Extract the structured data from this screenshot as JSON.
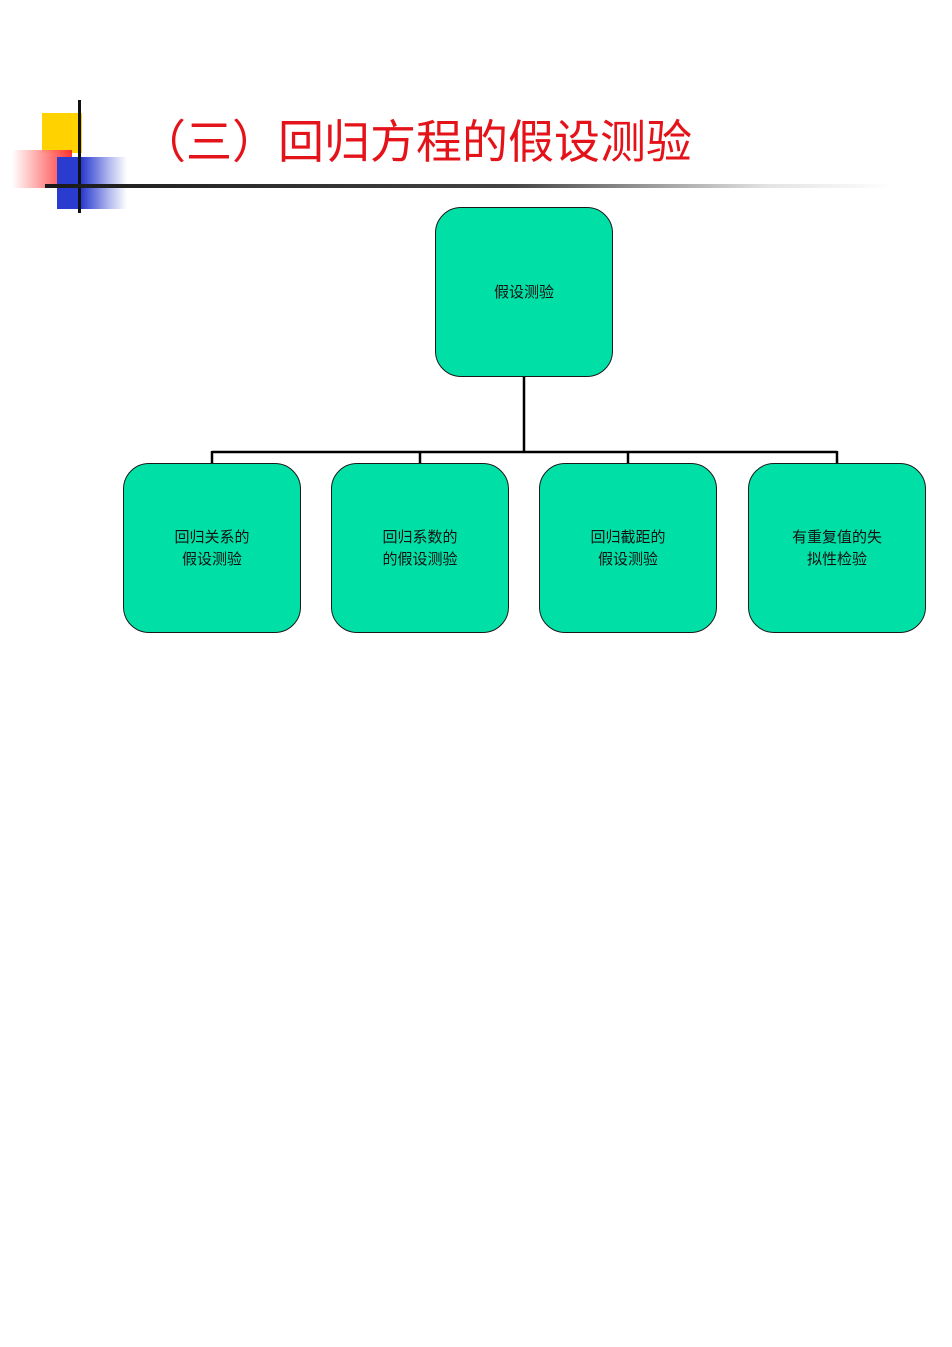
{
  "title": "（三）回归方程的假设测验",
  "root": {
    "label": "假设测验"
  },
  "children": [
    {
      "line1": "回归关系的",
      "line2": "假设测验"
    },
    {
      "line1": "回归系数的",
      "line2": "的假设测验"
    },
    {
      "line1": "回归截距的",
      "line2": "假设测验"
    },
    {
      "line1": "有重复值的失",
      "line2": "拟性检验"
    }
  ],
  "colors": {
    "title": "#e4131a",
    "box_fill": "#00e0a6",
    "box_border": "#1a1a1a",
    "connector": "#000000"
  }
}
